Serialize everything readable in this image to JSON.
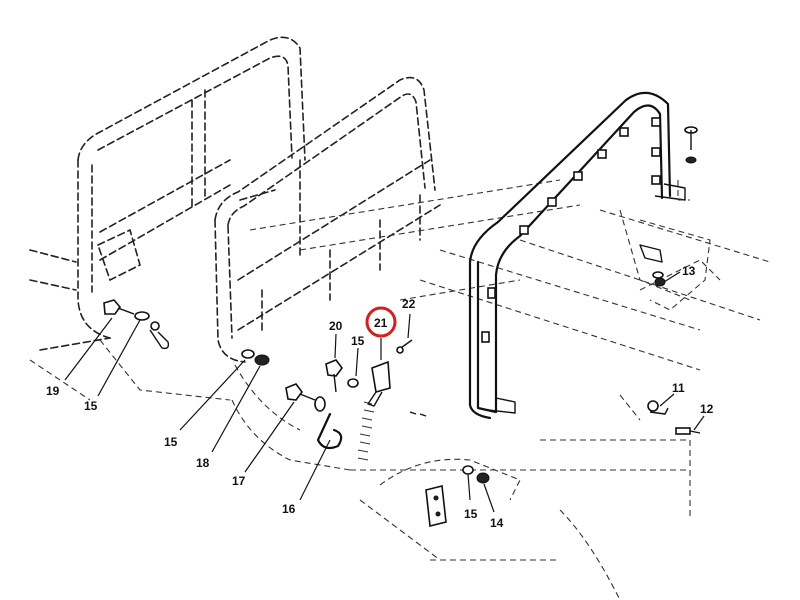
{
  "callouts": {
    "c11": "11",
    "c12": "12",
    "c13": "13",
    "c14": "14",
    "c15a": "15",
    "c15b": "15",
    "c15c": "15",
    "c15d": "15",
    "c16": "16",
    "c17": "17",
    "c18": "18",
    "c19": "19",
    "c20": "20",
    "c21": "21",
    "c22": "22"
  },
  "highlight": {
    "callout": "21",
    "color": "#d21f1f"
  }
}
